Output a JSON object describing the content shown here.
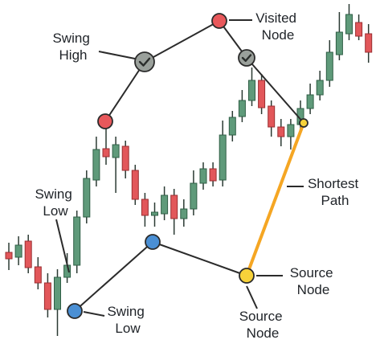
{
  "colors": {
    "bull": "#5f9a7a",
    "bull_dark": "#2f5e45",
    "bear": "#e2575a",
    "bear_dark": "#9a2e30",
    "wick": "#2b3a33",
    "edge": "#2b2b2b",
    "path": "#f5a623",
    "node_red": "#e8585b",
    "node_blue": "#4a8fd4",
    "node_gray": "#9aa09b",
    "node_yellow": "#f7d23a",
    "text": "#1f2328"
  },
  "labels": {
    "swing_high": [
      "Swing",
      "High"
    ],
    "visited_node": [
      "Visited",
      "Node"
    ],
    "swing_low_left": [
      "Swing",
      "Low"
    ],
    "swing_low_bottom": [
      "Swing",
      "Low"
    ],
    "shortest_path": [
      "Shortest",
      "Path"
    ],
    "source_node_right": [
      "Source",
      "Node"
    ],
    "source_node_bottom": [
      "Source",
      "Node"
    ]
  },
  "nodes": [
    {
      "id": "swing-high-red",
      "kind": "red",
      "icon": "circle"
    },
    {
      "id": "swing-high-visited",
      "kind": "gray",
      "icon": "check-icon"
    },
    {
      "id": "visited-top",
      "kind": "red",
      "icon": "circle"
    },
    {
      "id": "visited-right",
      "kind": "gray",
      "icon": "check-icon"
    },
    {
      "id": "path-end",
      "kind": "yellow",
      "icon": "circle"
    },
    {
      "id": "swing-low-mid",
      "kind": "blue",
      "icon": "circle"
    },
    {
      "id": "swing-low-bottom",
      "kind": "blue",
      "icon": "circle"
    },
    {
      "id": "source",
      "kind": "yellow",
      "icon": "circle"
    }
  ],
  "candles": [
    {
      "o": 314,
      "c": 322,
      "h": 302,
      "l": 336
    },
    {
      "o": 320,
      "c": 305,
      "h": 294,
      "l": 330
    },
    {
      "o": 300,
      "c": 333,
      "h": 292,
      "l": 340
    },
    {
      "o": 332,
      "c": 352,
      "h": 320,
      "l": 360
    },
    {
      "o": 352,
      "c": 385,
      "h": 340,
      "l": 395
    },
    {
      "o": 385,
      "c": 345,
      "h": 335,
      "l": 418
    },
    {
      "o": 345,
      "c": 330,
      "h": 315,
      "l": 352
    },
    {
      "o": 330,
      "c": 270,
      "h": 262,
      "l": 340
    },
    {
      "o": 270,
      "c": 222,
      "h": 212,
      "l": 278
    },
    {
      "o": 224,
      "c": 186,
      "h": 170,
      "l": 232
    },
    {
      "o": 185,
      "c": 195,
      "h": 158,
      "l": 205
    },
    {
      "o": 196,
      "c": 180,
      "h": 170,
      "l": 240
    },
    {
      "o": 182,
      "c": 212,
      "h": 175,
      "l": 222
    },
    {
      "o": 212,
      "c": 248,
      "h": 205,
      "l": 255
    },
    {
      "o": 248,
      "c": 268,
      "h": 240,
      "l": 282
    },
    {
      "o": 268,
      "c": 264,
      "h": 252,
      "l": 282
    },
    {
      "o": 266,
      "c": 243,
      "h": 232,
      "l": 274
    },
    {
      "o": 243,
      "c": 272,
      "h": 235,
      "l": 292
    },
    {
      "o": 272,
      "c": 260,
      "h": 248,
      "l": 282
    },
    {
      "o": 260,
      "c": 228,
      "h": 212,
      "l": 268
    },
    {
      "o": 228,
      "c": 210,
      "h": 202,
      "l": 236
    },
    {
      "o": 210,
      "c": 225,
      "h": 202,
      "l": 232
    },
    {
      "o": 224,
      "c": 168,
      "h": 150,
      "l": 232
    },
    {
      "o": 168,
      "c": 146,
      "h": 138,
      "l": 176
    },
    {
      "o": 145,
      "c": 125,
      "h": 112,
      "l": 152
    },
    {
      "o": 125,
      "c": 100,
      "h": 84,
      "l": 132
    },
    {
      "o": 100,
      "c": 134,
      "h": 92,
      "l": 142
    },
    {
      "o": 132,
      "c": 158,
      "h": 125,
      "l": 170
    },
    {
      "o": 158,
      "c": 170,
      "h": 148,
      "l": 182
    },
    {
      "o": 170,
      "c": 155,
      "h": 148,
      "l": 186
    },
    {
      "o": 155,
      "c": 135,
      "h": 125,
      "l": 165
    },
    {
      "o": 135,
      "c": 118,
      "h": 104,
      "l": 142
    },
    {
      "o": 118,
      "c": 100,
      "h": 88,
      "l": 125
    },
    {
      "o": 100,
      "c": 65,
      "h": 50,
      "l": 108
    },
    {
      "o": 68,
      "c": 40,
      "h": 15,
      "l": 75
    },
    {
      "o": 42,
      "c": 18,
      "h": 5,
      "l": 50
    },
    {
      "o": 28,
      "c": 45,
      "h": 18,
      "l": 50
    },
    {
      "o": 42,
      "c": 65,
      "h": 30,
      "l": 78
    }
  ]
}
